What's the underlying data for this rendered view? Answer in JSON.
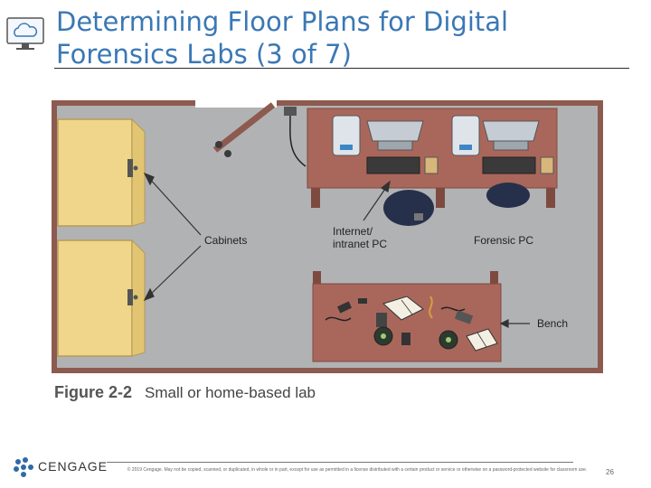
{
  "slide": {
    "title": "Determining Floor Plans for Digital Forensics Labs (3 of 7)",
    "figure_number": "Figure 2-2",
    "figure_caption": "Small or home-based lab",
    "page_number": "26",
    "copyright": "© 2019 Cengage. May not be copied, scanned, or duplicated, in whole or in part, except for use as permitted in a license distributed with a certain product or service or otherwise on a password-protected website for classroom use.",
    "brand": "CENGAGE"
  },
  "diagram": {
    "labels": {
      "cabinets": "Cabinets",
      "internet_pc_line1": "Internet/",
      "internet_pc_line2": "intranet PC",
      "forensic_pc": "Forensic PC",
      "bench": "Bench"
    }
  },
  "colors": {
    "title": "#3a78b5",
    "desk": "#a9675c",
    "cabinet": "#efd68a",
    "floor": "#b1b2b4",
    "accent_blue": "#2e6aa6"
  }
}
